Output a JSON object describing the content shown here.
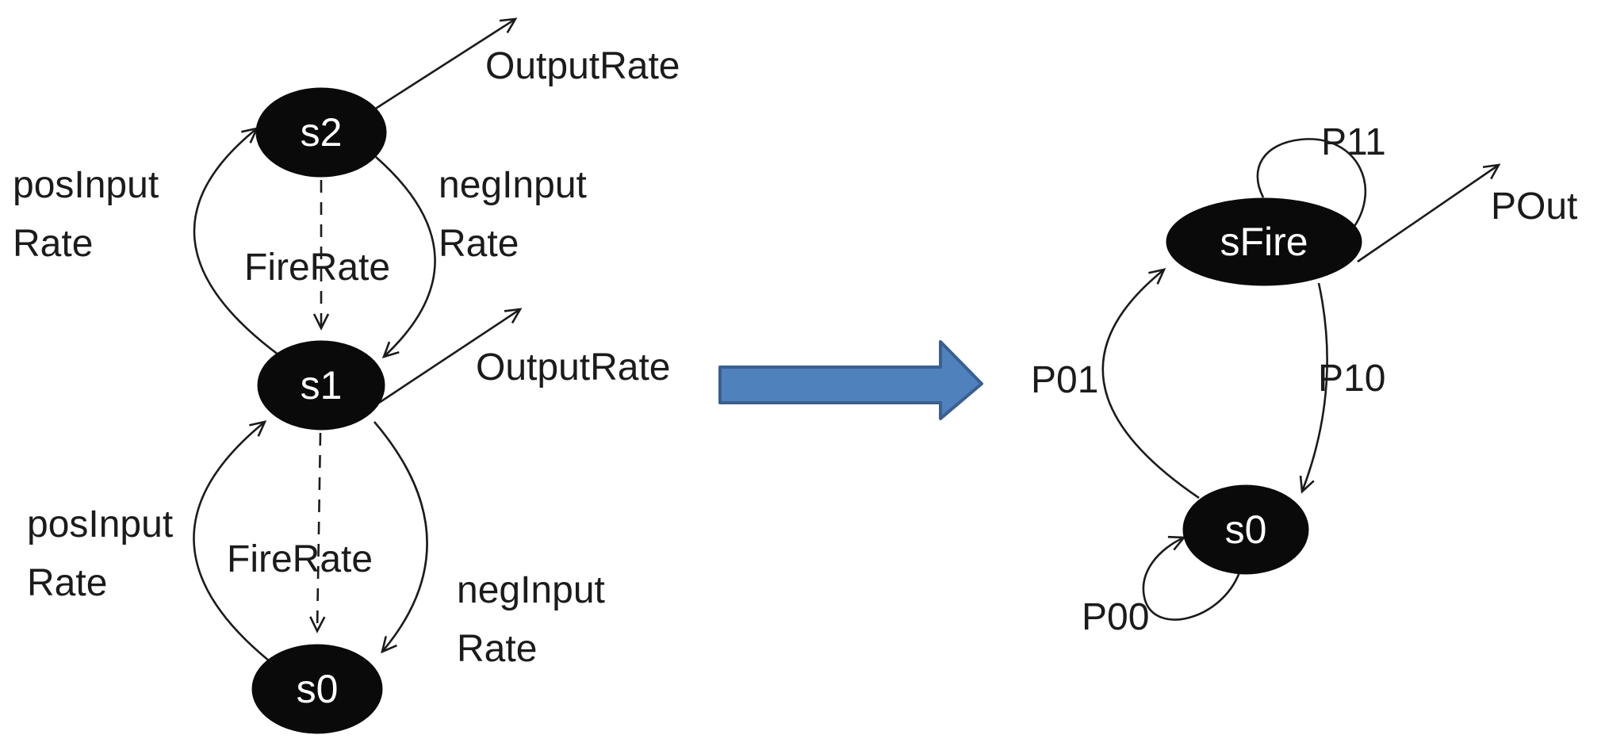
{
  "left_machine": {
    "states": {
      "s2": "s2",
      "s1": "s1",
      "s0": "s0"
    },
    "labels": {
      "output_rate_top": "OutputRate",
      "pos_input_upper": {
        "line1": "posInput",
        "line2": "Rate"
      },
      "neg_input_upper": {
        "line1": "negInput",
        "line2": "Rate"
      },
      "fire_rate_upper": "FireRate",
      "output_rate_mid": "OutputRate",
      "pos_input_lower": {
        "line1": "posInput",
        "line2": "Rate"
      },
      "neg_input_lower": {
        "line1": "negInput",
        "line2": "Rate"
      },
      "fire_rate_lower": "FireRate"
    }
  },
  "right_machine": {
    "states": {
      "sfire": "sFire",
      "s0": "s0"
    },
    "labels": {
      "p11": "P11",
      "pout": "POut",
      "p01": "P01",
      "p10": "P10",
      "p00": "P00"
    }
  },
  "colors": {
    "state_fill": "#0a0a0a",
    "state_text": "#ffffff",
    "edge": "#1b1b1b",
    "label_text": "#1b1b1b",
    "transform_arrow_fill": "#4f81bd",
    "transform_arrow_stroke": "#3a5f91",
    "background": "#ffffff"
  }
}
